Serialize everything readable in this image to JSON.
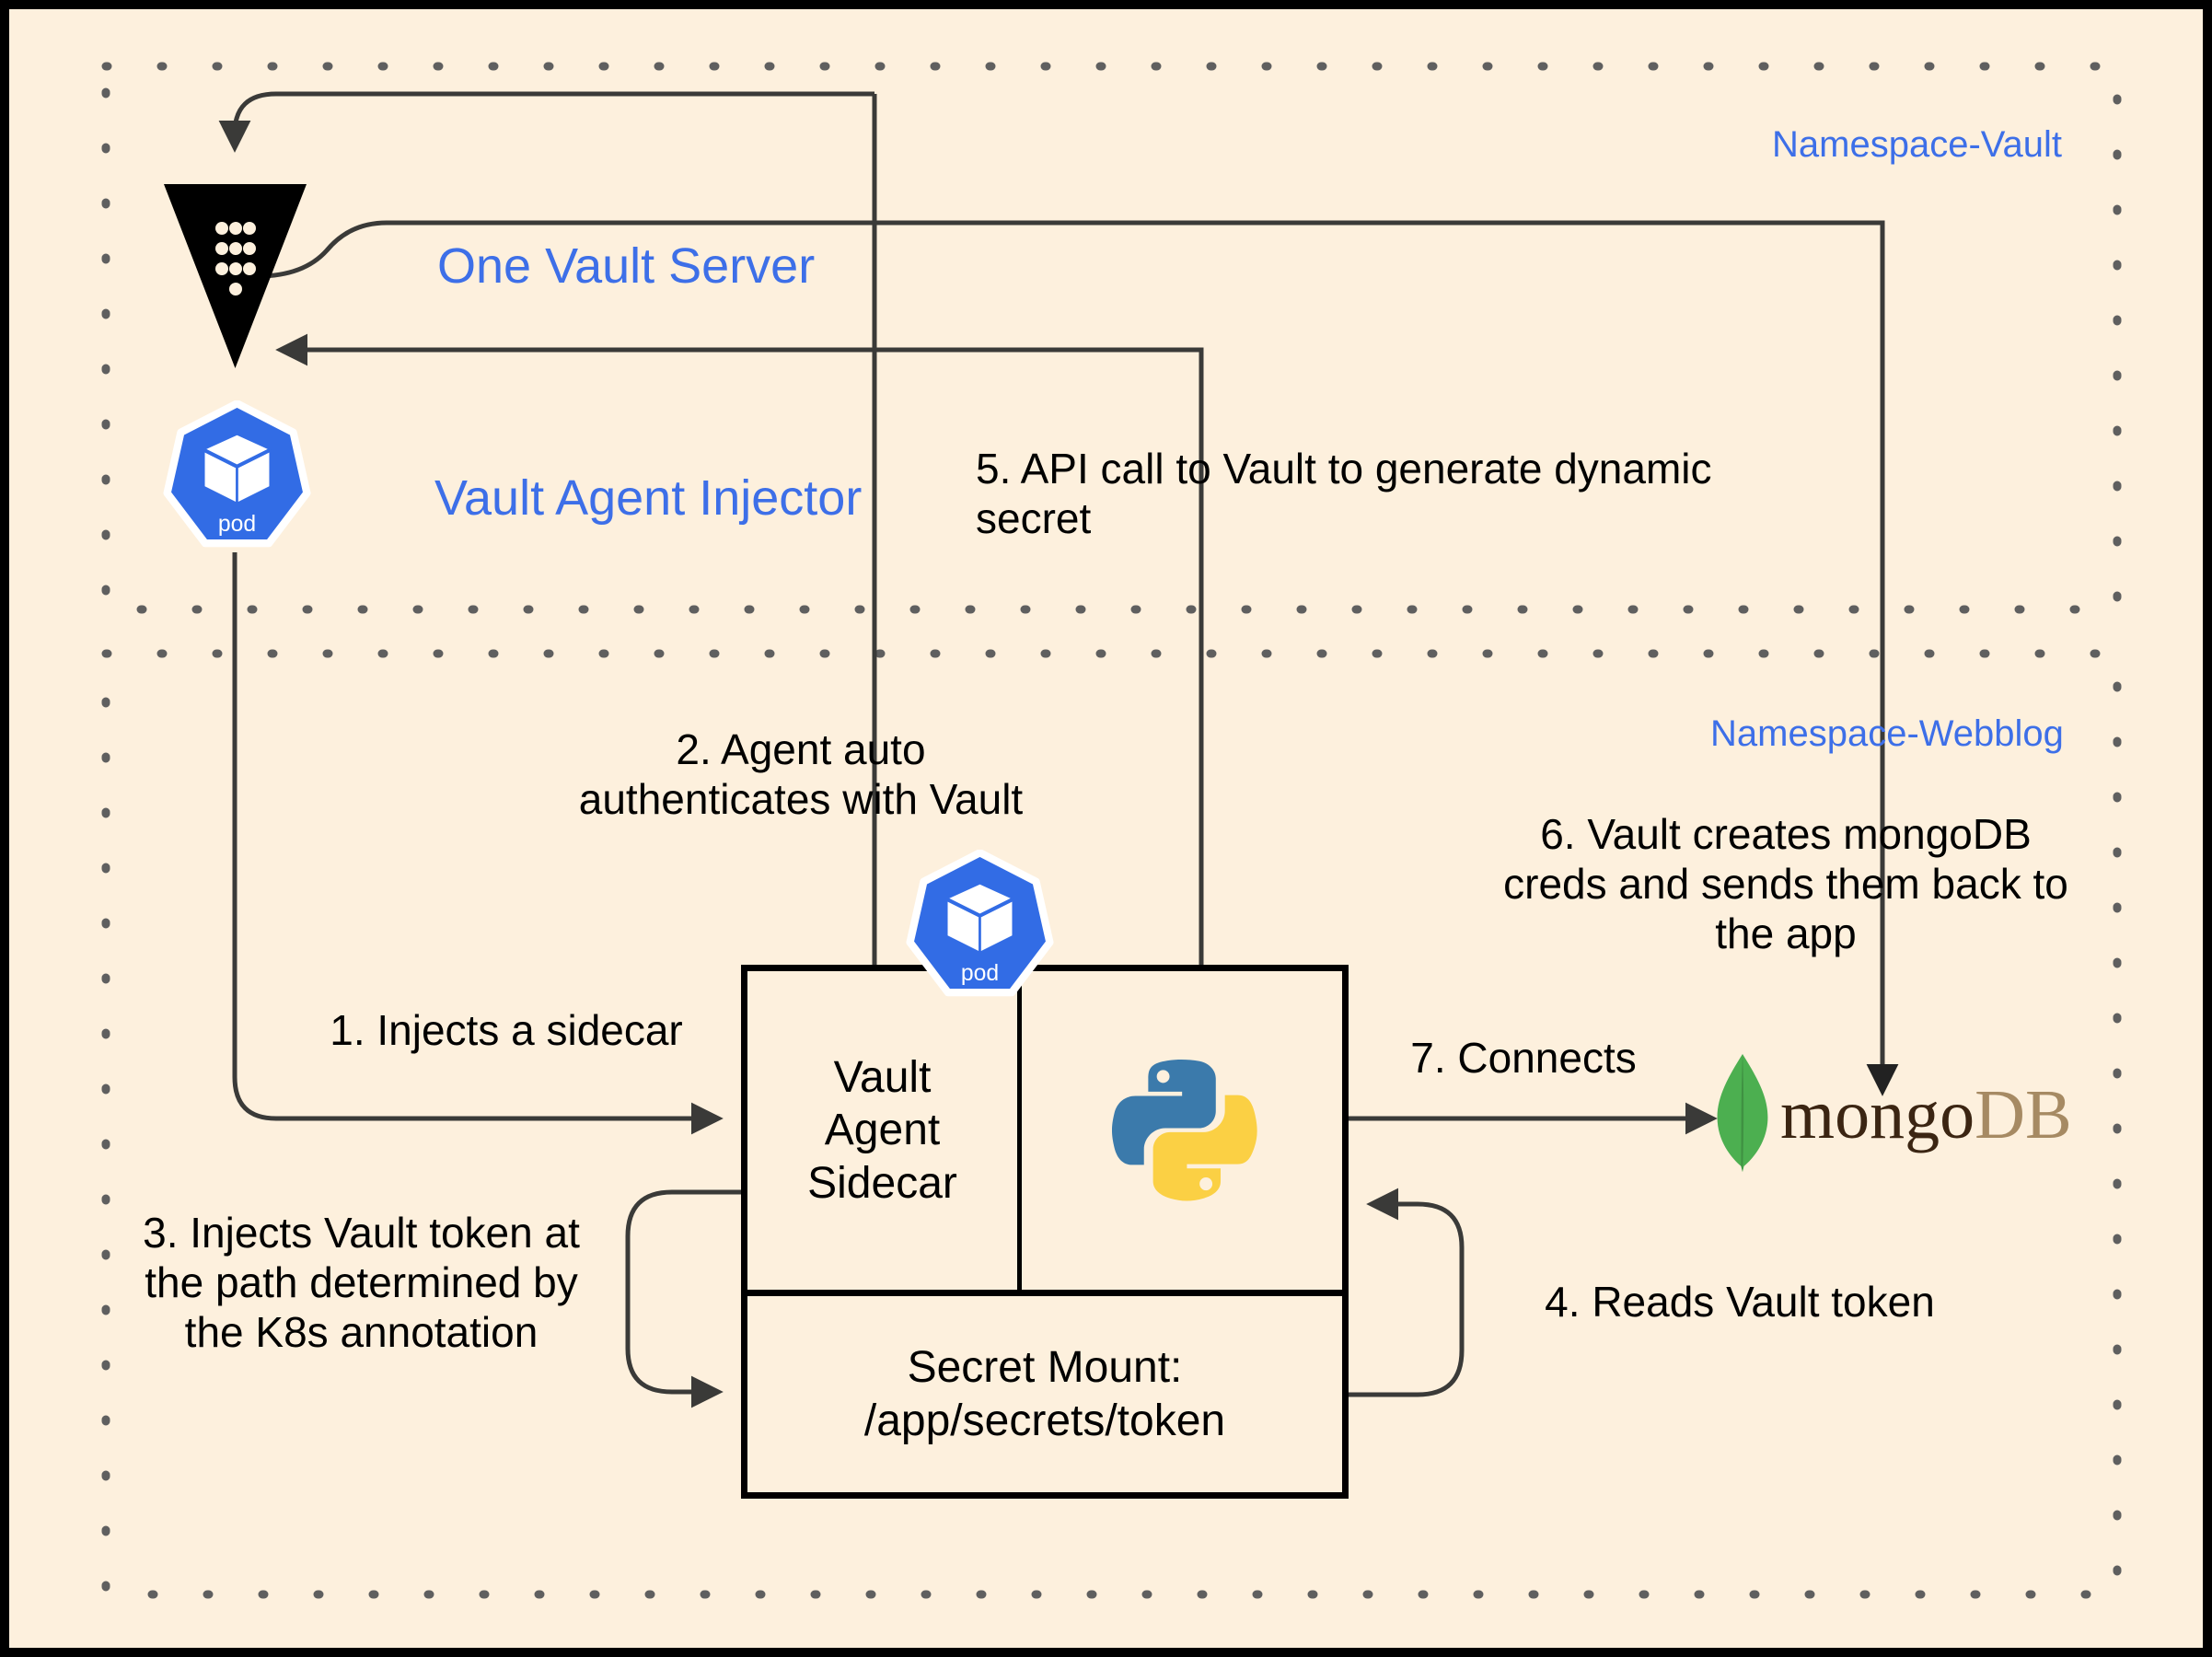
{
  "diagram": {
    "title_colors": {
      "background": "#fdf0dd",
      "accent_blue": "#3d6fe8",
      "line": "#3a3a38",
      "k8s_blue": "#326ce5",
      "python_blue": "#3b7aab",
      "python_yellow": "#fbd044",
      "mongo_green": "#4caf50"
    },
    "namespaces": [
      {
        "name": "namespace-vault",
        "label": "Namespace-Vault"
      },
      {
        "name": "namespace-webblog",
        "label": "Namespace-Webblog"
      }
    ],
    "nodes": [
      {
        "name": "vault-server",
        "label": "One Vault Server",
        "icon": "vault-logo-icon"
      },
      {
        "name": "vault-agent-injector",
        "label": "Vault Agent Injector",
        "icon": "kubernetes-pod-icon"
      },
      {
        "name": "application-pod",
        "icon": "kubernetes-pod-icon",
        "pod_caption": "pod"
      },
      {
        "name": "mongodb",
        "label_part_a": "mongo",
        "label_part_b": "DB",
        "icon": "mongodb-leaf-icon"
      }
    ],
    "pod_box": {
      "sidecar_label": "Vault\nAgent\nSidecar",
      "sidecar_line1": "Vault",
      "sidecar_line2": "Agent",
      "sidecar_line3": "Sidecar",
      "app_icon": "python-logo-icon",
      "secret_mount_line1": "Secret Mount:",
      "secret_mount_line2": "/app/secrets/token",
      "pod_caption": "pod"
    },
    "steps": [
      {
        "num": "1",
        "name": "step-1-injects-sidecar",
        "text": "1. Injects a sidecar"
      },
      {
        "num": "2",
        "name": "step-2-agent-auth",
        "line1": "2. Agent auto",
        "line2": "authenticates with Vault"
      },
      {
        "num": "3",
        "name": "step-3-injects-token",
        "line1": "3. Injects Vault token at",
        "line2": "the path determined by",
        "line3": "the K8s annotation"
      },
      {
        "num": "4",
        "name": "step-4-reads-token",
        "text": "4. Reads Vault token"
      },
      {
        "num": "5",
        "name": "step-5-api-call",
        "line1": "5. API call to Vault to generate dynamic",
        "line2": "secret"
      },
      {
        "num": "6",
        "name": "step-6-vault-creates-creds",
        "line1": "6. Vault creates mongoDB",
        "line2": "creds and sends them back to",
        "line3": "the app"
      },
      {
        "num": "7",
        "name": "step-7-connects",
        "text": "7. Connects"
      }
    ]
  }
}
